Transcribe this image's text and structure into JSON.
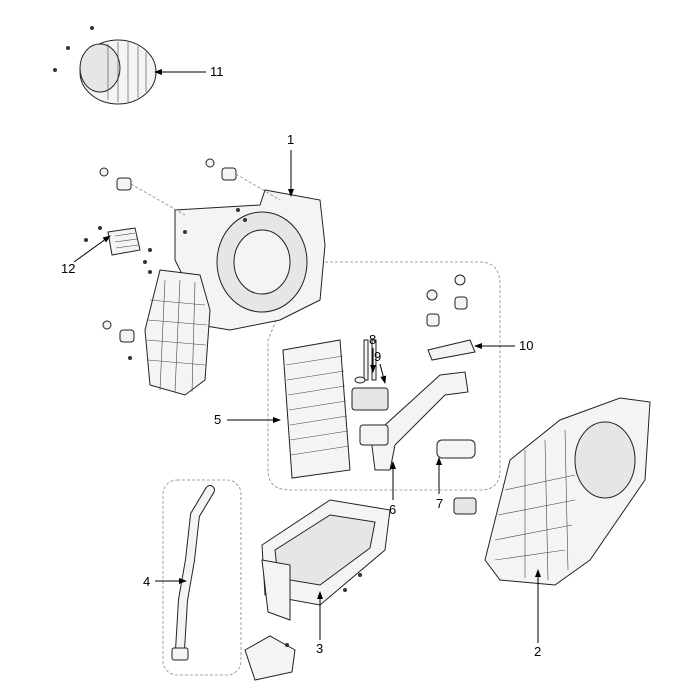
{
  "diagram": {
    "title": "Heater and blower unit exploded view",
    "callouts": [
      {
        "id": "1",
        "label": "1"
      },
      {
        "id": "2",
        "label": "2"
      },
      {
        "id": "3",
        "label": "3"
      },
      {
        "id": "4",
        "label": "4"
      },
      {
        "id": "5",
        "label": "5"
      },
      {
        "id": "6",
        "label": "6"
      },
      {
        "id": "7",
        "label": "7"
      },
      {
        "id": "8",
        "label": "8"
      },
      {
        "id": "9",
        "label": "9"
      },
      {
        "id": "10",
        "label": "10"
      },
      {
        "id": "11",
        "label": "11"
      },
      {
        "id": "12",
        "label": "12"
      }
    ]
  }
}
